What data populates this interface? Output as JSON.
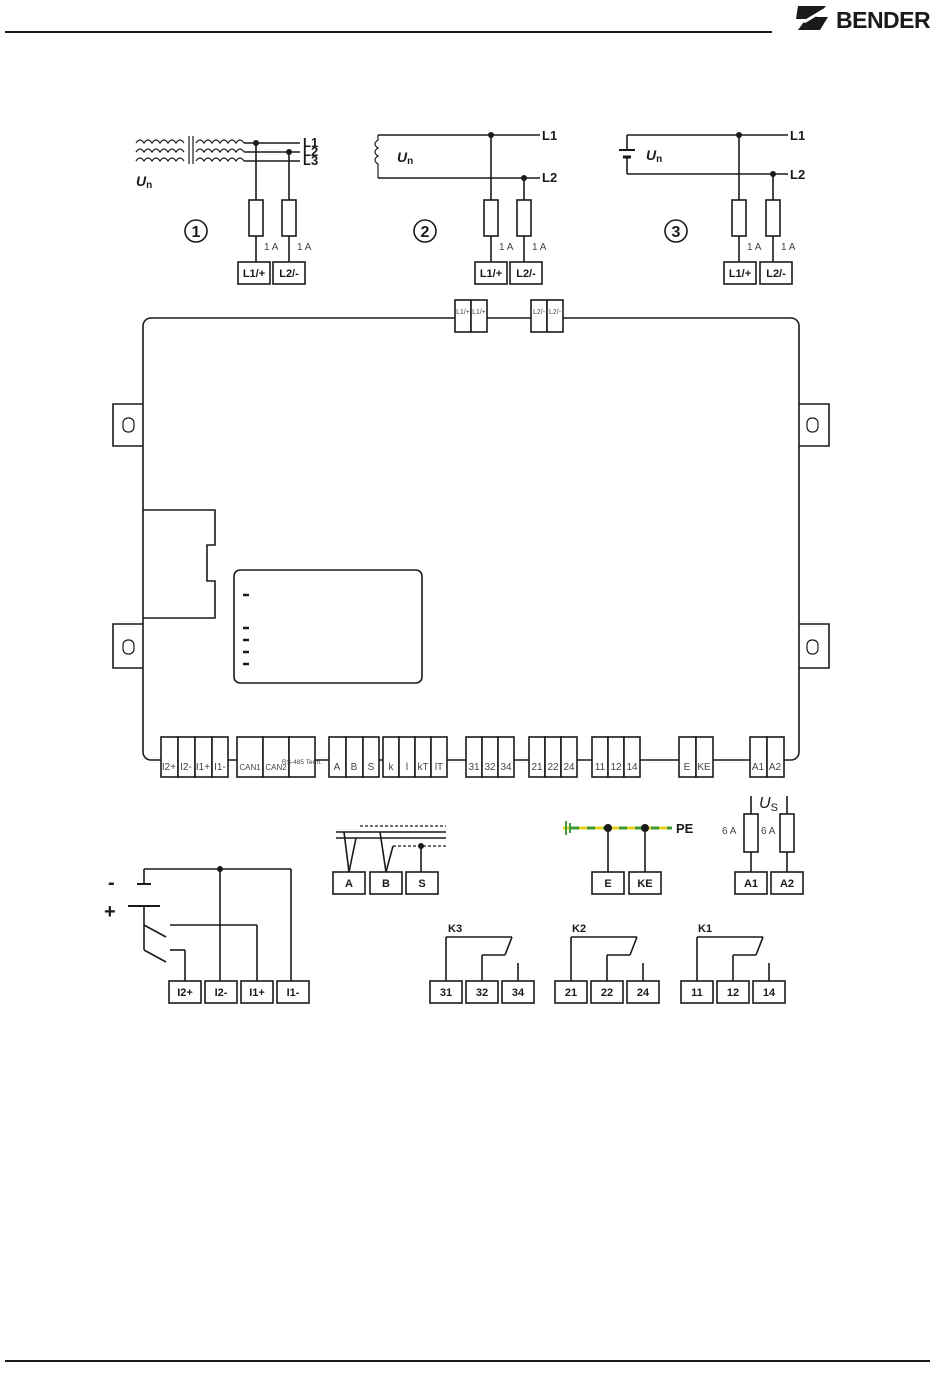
{
  "header": {
    "brand": "BENDER",
    "logo_icon": "bender-logo-icon"
  },
  "supply_variants": [
    {
      "number": "1",
      "source_label": "U",
      "source_sub": "n",
      "lines": [
        "L1",
        "L2",
        "L3"
      ],
      "fuses": [
        "1 A",
        "1 A"
      ],
      "terminals": [
        "L1/+",
        "L2/-"
      ]
    },
    {
      "number": "2",
      "source_label": "U",
      "source_sub": "n",
      "lines": [
        "L1",
        "L2"
      ],
      "fuses": [
        "1 A",
        "1 A"
      ],
      "terminals": [
        "L1/+",
        "L2/-"
      ]
    },
    {
      "number": "3",
      "source_label": "U",
      "source_sub": "n",
      "lines": [
        "L1",
        "L2"
      ],
      "fuses": [
        "1 A",
        "1 A"
      ],
      "terminals": [
        "L1/+",
        "L2/-"
      ]
    }
  ],
  "device": {
    "top_connectors": [
      "L1/+",
      "L1/+",
      "L2/-",
      "L2/-"
    ],
    "bottom_terminals": [
      {
        "group": "current-inputs",
        "labels": [
          "I2+",
          "I2-",
          "I1+",
          "I1-"
        ]
      },
      {
        "group": "can",
        "labels": [
          "CAN1",
          "CAN2",
          "RS-485 Term."
        ]
      },
      {
        "group": "bus",
        "labels": [
          "A",
          "B",
          "S"
        ]
      },
      {
        "group": "coupler",
        "labels": [
          "k",
          "l",
          "kT",
          "lT"
        ]
      },
      {
        "group": "relay-k3",
        "labels": [
          "31",
          "32",
          "34"
        ]
      },
      {
        "group": "relay-k2",
        "labels": [
          "21",
          "22",
          "24"
        ]
      },
      {
        "group": "relay-k1",
        "labels": [
          "11",
          "12",
          "14"
        ]
      },
      {
        "group": "earth",
        "labels": [
          "E",
          "KE"
        ]
      },
      {
        "group": "supply",
        "labels": [
          "A1",
          "A2"
        ]
      }
    ]
  },
  "current_inputs": {
    "minus": "-",
    "plus": "+",
    "terminals": [
      "I2+",
      "I2-",
      "I1+",
      "I1-"
    ]
  },
  "bus": {
    "terminals": [
      "A",
      "B",
      "S"
    ]
  },
  "earth": {
    "pe_label": "PE",
    "terminals": [
      "E",
      "KE"
    ]
  },
  "supply_voltage": {
    "label": "U",
    "sub": "S",
    "fuses": [
      "6 A",
      "6 A"
    ],
    "terminals": [
      "A1",
      "A2"
    ]
  },
  "relays": [
    {
      "name": "K3",
      "terminals": [
        "31",
        "32",
        "34"
      ]
    },
    {
      "name": "K2",
      "terminals": [
        "21",
        "22",
        "24"
      ]
    },
    {
      "name": "K1",
      "terminals": [
        "11",
        "12",
        "14"
      ]
    }
  ],
  "colors": {
    "line": "#1a1a1a",
    "pe_green": "#3f9a3a",
    "pe_yellow": "#e8d21b"
  }
}
